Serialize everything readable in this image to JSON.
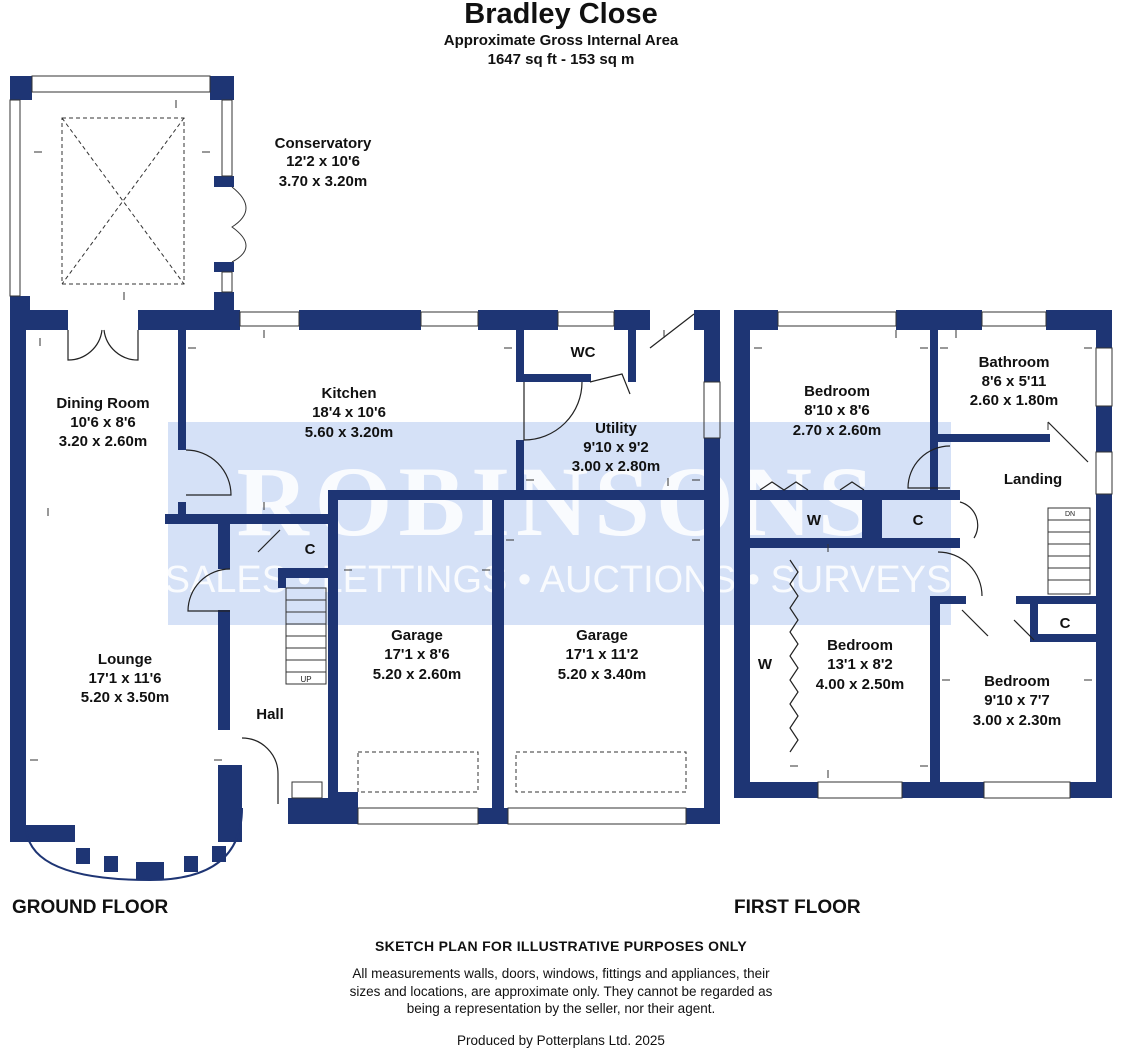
{
  "header": {
    "title": "Bradley Close",
    "subtitle": "Approximate Gross Internal Area",
    "area": "1647 sq ft - 153 sq m"
  },
  "colors": {
    "wall": "#1e3574",
    "watermark": "#2f6bd6"
  },
  "watermark": {
    "brand": "ROBINSONS",
    "tagline": "SALES • LETTINGS • AUCTIONS • SURVEYS"
  },
  "rooms": {
    "conservatory": {
      "name": "Conservatory",
      "imperial": "12'2 x 10'6",
      "metric": "3.70 x 3.20m"
    },
    "dining": {
      "name": "Dining Room",
      "imperial": "10'6 x 8'6",
      "metric": "3.20 x 2.60m"
    },
    "kitchen": {
      "name": "Kitchen",
      "imperial": "18'4 x 10'6",
      "metric": "5.60 x 3.20m"
    },
    "wc": {
      "name": "WC"
    },
    "utility": {
      "name": "Utility",
      "imperial": "9'10 x 9'2",
      "metric": "3.00 x 2.80m"
    },
    "lounge": {
      "name": "Lounge",
      "imperial": "17'1 x 11'6",
      "metric": "5.20 x 3.50m"
    },
    "hall": {
      "name": "Hall"
    },
    "cupboard_ground": {
      "name": "C"
    },
    "garage1": {
      "name": "Garage",
      "imperial": "17'1 x 8'6",
      "metric": "5.20 x 2.60m"
    },
    "garage2": {
      "name": "Garage",
      "imperial": "17'1 x 11'2",
      "metric": "5.20 x 3.40m"
    },
    "bedroom1": {
      "name": "Bedroom",
      "imperial": "8'10 x 8'6",
      "metric": "2.70 x 2.60m"
    },
    "bathroom": {
      "name": "Bathroom",
      "imperial": "8'6 x 5'11",
      "metric": "2.60 x 1.80m"
    },
    "landing": {
      "name": "Landing"
    },
    "wardrobe1": {
      "name": "W"
    },
    "cupboard1": {
      "name": "C"
    },
    "bedroom2": {
      "name": "Bedroom",
      "imperial": "13'1 x 8'2",
      "metric": "4.00 x 2.50m"
    },
    "wardrobe2": {
      "name": "W"
    },
    "cupboard2": {
      "name": "C"
    },
    "bedroom3": {
      "name": "Bedroom",
      "imperial": "9'10 x 7'7",
      "metric": "3.00 x 2.30m"
    }
  },
  "stairs": {
    "up": "UP",
    "down": "DN"
  },
  "floors": {
    "ground": "GROUND FLOOR",
    "first": "FIRST FLOOR"
  },
  "notes": {
    "heading": "SKETCH PLAN FOR ILLUSTRATIVE PURPOSES ONLY",
    "disclaimer_1": "All measurements walls, doors, windows, fittings and appliances, their",
    "disclaimer_2": "sizes and locations, are approximate only. They cannot be regarded as",
    "disclaimer_3": "being a representation by the seller, nor their agent.",
    "producer": "Produced by Potterplans Ltd. 2025"
  }
}
